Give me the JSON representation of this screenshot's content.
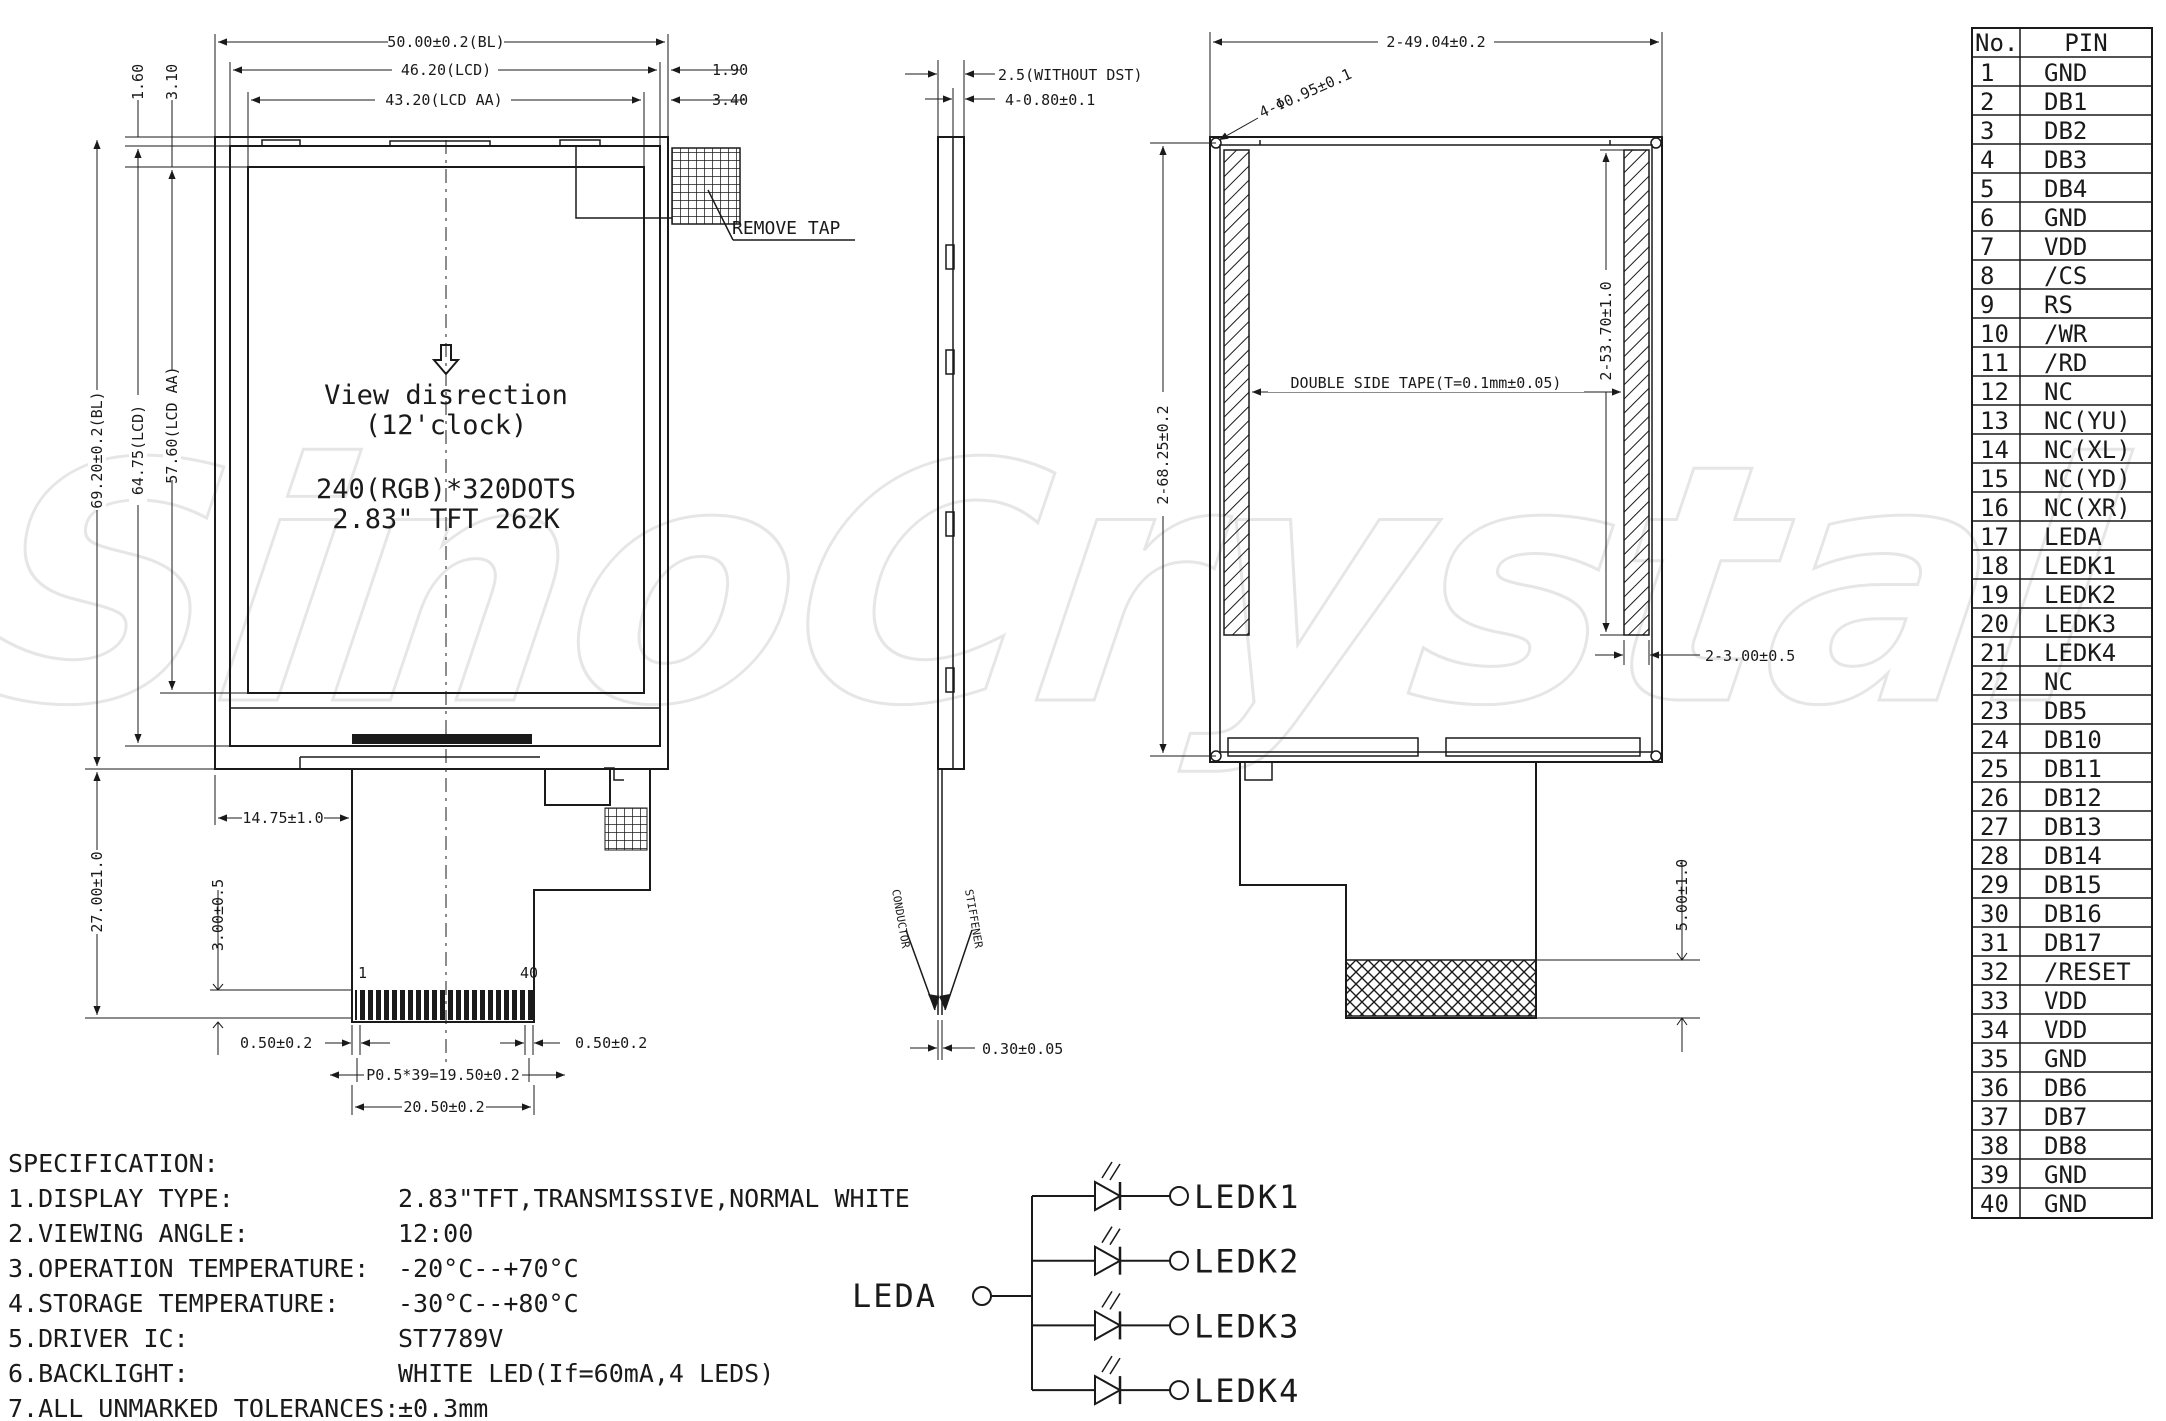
{
  "watermark": "SinoCrystal",
  "front_view": {
    "dims": {
      "width_bl": "50.00±0.2(BL)",
      "width_lcd": "46.20(LCD)",
      "width_lcd_aa": "43.20(LCD AA)",
      "margin_right_outer": "1.90",
      "margin_right_inner": "3.40",
      "margin_top_outer": "1.60",
      "margin_top_inner": "3.10",
      "height_bl": "69.20±0.2(BL)",
      "height_lcd": "64.75(LCD)",
      "height_lcd_aa": "57.60(LCD AA)",
      "fpc_offset": "14.75±1.0",
      "fpc_length": "27.00±1.0",
      "fpc_contact_length": "3.00±0.5",
      "pin_width_left": "0.50±0.2",
      "pin_width_right": "0.50±0.2",
      "pitch": "P0.5*39=19.50±0.2",
      "fpc_width": "20.50±0.2",
      "pin_first": "1",
      "pin_last": "40"
    },
    "remove_tape": "REMOVE TAP",
    "view_direction": "View disrection",
    "clock": "(12'clock)",
    "resolution": "240(RGB)*320DOTS",
    "model": "2.83\" TFT 262K"
  },
  "side_view": {
    "thickness_without_dst": "2.5(WITHOUT DST)",
    "thickness_holes": "4-0.80±0.1",
    "fpc_thickness": "0.30±0.05",
    "label_conductor": "CONDUCTOR",
    "label_stiffener": "STIFFENER"
  },
  "back_view": {
    "width": "2-49.04±0.2",
    "holes": "4-Φ0.95±0.1",
    "height": "2-68.25±0.2",
    "tape_length": "2-53.70±1.0",
    "tape_label": "DOUBLE SIDE TAPE(T=0.1mm±0.05)",
    "tape_width": "2-3.00±0.5",
    "fpc_stiffener_length": "5.00±1.0"
  },
  "pin_table": {
    "header_no": "No.",
    "header_pin": "PIN",
    "rows": [
      [
        "1",
        "GND"
      ],
      [
        "2",
        "DB1"
      ],
      [
        "3",
        "DB2"
      ],
      [
        "4",
        "DB3"
      ],
      [
        "5",
        "DB4"
      ],
      [
        "6",
        "GND"
      ],
      [
        "7",
        "VDD"
      ],
      [
        "8",
        "/CS"
      ],
      [
        "9",
        "RS"
      ],
      [
        "10",
        "/WR"
      ],
      [
        "11",
        "/RD"
      ],
      [
        "12",
        "NC"
      ],
      [
        "13",
        "NC(YU)"
      ],
      [
        "14",
        "NC(XL)"
      ],
      [
        "15",
        "NC(YD)"
      ],
      [
        "16",
        "NC(XR)"
      ],
      [
        "17",
        "LEDA"
      ],
      [
        "18",
        "LEDK1"
      ],
      [
        "19",
        "LEDK2"
      ],
      [
        "20",
        "LEDK3"
      ],
      [
        "21",
        "LEDK4"
      ],
      [
        "22",
        "NC"
      ],
      [
        "23",
        "DB5"
      ],
      [
        "24",
        "DB10"
      ],
      [
        "25",
        "DB11"
      ],
      [
        "26",
        "DB12"
      ],
      [
        "27",
        "DB13"
      ],
      [
        "28",
        "DB14"
      ],
      [
        "29",
        "DB15"
      ],
      [
        "30",
        "DB16"
      ],
      [
        "31",
        "DB17"
      ],
      [
        "32",
        "/RESET"
      ],
      [
        "33",
        "VDD"
      ],
      [
        "34",
        "VDD"
      ],
      [
        "35",
        "GND"
      ],
      [
        "36",
        "DB6"
      ],
      [
        "37",
        "DB7"
      ],
      [
        "38",
        "DB8"
      ],
      [
        "39",
        "GND"
      ],
      [
        "40",
        "GND"
      ]
    ]
  },
  "specification": {
    "title": "SPECIFICATION:",
    "items": [
      {
        "label": "1.DISPLAY TYPE:",
        "value": "2.83\"TFT,TRANSMISSIVE,NORMAL WHITE"
      },
      {
        "label": "2.VIEWING ANGLE:",
        "value": "12:00"
      },
      {
        "label": "3.OPERATION TEMPERATURE:",
        "value": "-20°C--+70°C"
      },
      {
        "label": "4.STORAGE TEMPERATURE:",
        "value": "-30°C--+80°C"
      },
      {
        "label": "5.DRIVER IC:",
        "value": "ST7789V"
      },
      {
        "label": "6.BACKLIGHT:",
        "value": "WHITE LED(If=60mA,4 LEDS)"
      },
      {
        "label": "7.ALL UNMARKED TOLERANCES:",
        "value": "±0.3mm"
      }
    ]
  },
  "led_circuit": {
    "anode": "LEDA",
    "cathodes": [
      "LEDK1",
      "LEDK2",
      "LEDK3",
      "LEDK4"
    ]
  }
}
